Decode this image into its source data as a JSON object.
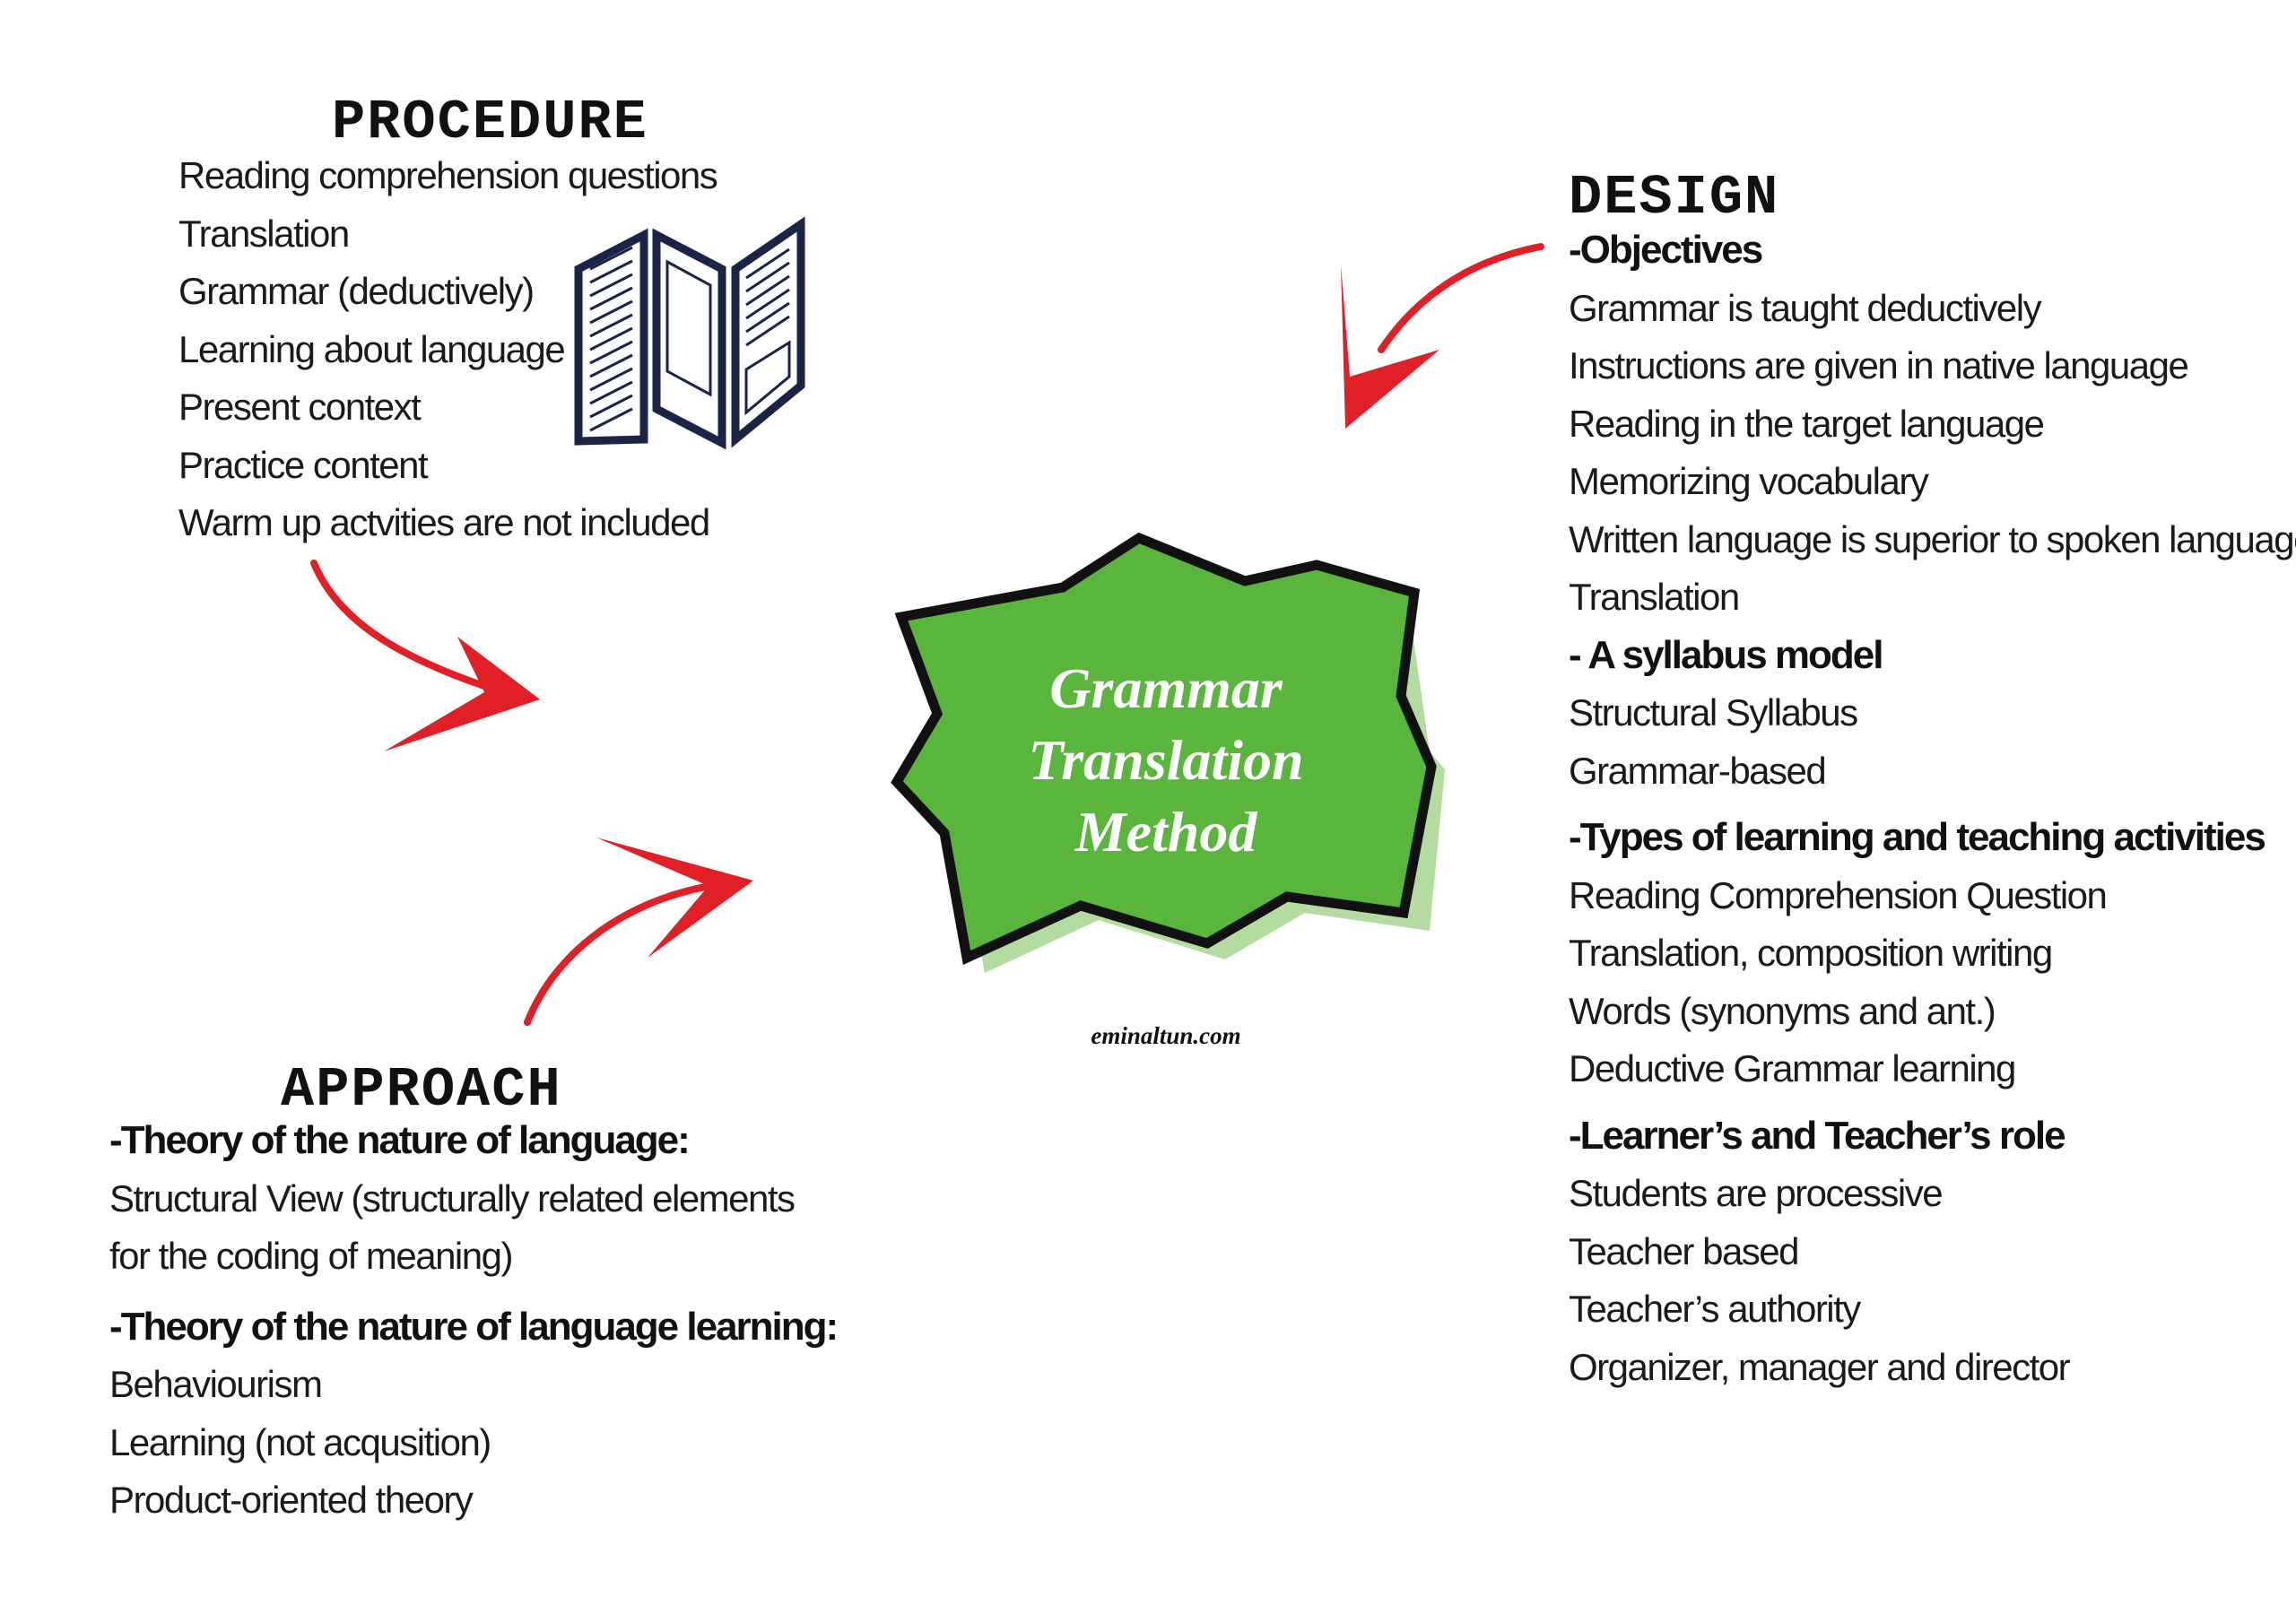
{
  "procedure": {
    "title": "PROCEDURE",
    "items": [
      "Reading comprehension questions",
      "Translation",
      "Grammar (deductively)",
      "Learning about language",
      "Present context",
      "Practice content",
      "Warm up actvities are not included"
    ]
  },
  "design": {
    "title": "DESIGN",
    "objectives_label": "-Objectives",
    "objectives": [
      "Grammar is taught deductively",
      "Instructions are given in native language",
      "Reading in the target language",
      "Memorizing vocabulary",
      "Written language is superior to spoken language",
      "Translation"
    ],
    "syllabus_label": "- A syllabus model",
    "syllabus": [
      "Structural Syllabus",
      "Grammar-based"
    ],
    "activities_label": "-Types of learning and teaching activities",
    "activities": [
      "Reading Comprehension Question",
      "Translation, composition writing",
      "Words (synonyms and ant.)",
      "Deductive Grammar learning"
    ],
    "roles_label": "-Learner’s and Teacher’s role",
    "roles": [
      "Students are processive",
      "Teacher based",
      "Teacher’s authority",
      "Organizer, manager and director"
    ]
  },
  "approach": {
    "title": "APPROACH",
    "language_label": "-Theory of the nature of language:",
    "language": [
      "Structural View (structurally related elements",
      "for the coding of meaning)"
    ],
    "learning_label": "-Theory of the nature of language learning:",
    "learning": [
      "Behaviourism",
      "Learning (not acqusition)",
      "Product-oriented theory"
    ]
  },
  "center": {
    "lines": [
      "Grammar",
      "Translation",
      "Method"
    ],
    "fill_color": "#5ab53d",
    "shadow_color": "#b5dca0"
  },
  "watermark": "eminaltun.com",
  "colors": {
    "arrow": "#e01f26",
    "book": "#1b2447"
  }
}
